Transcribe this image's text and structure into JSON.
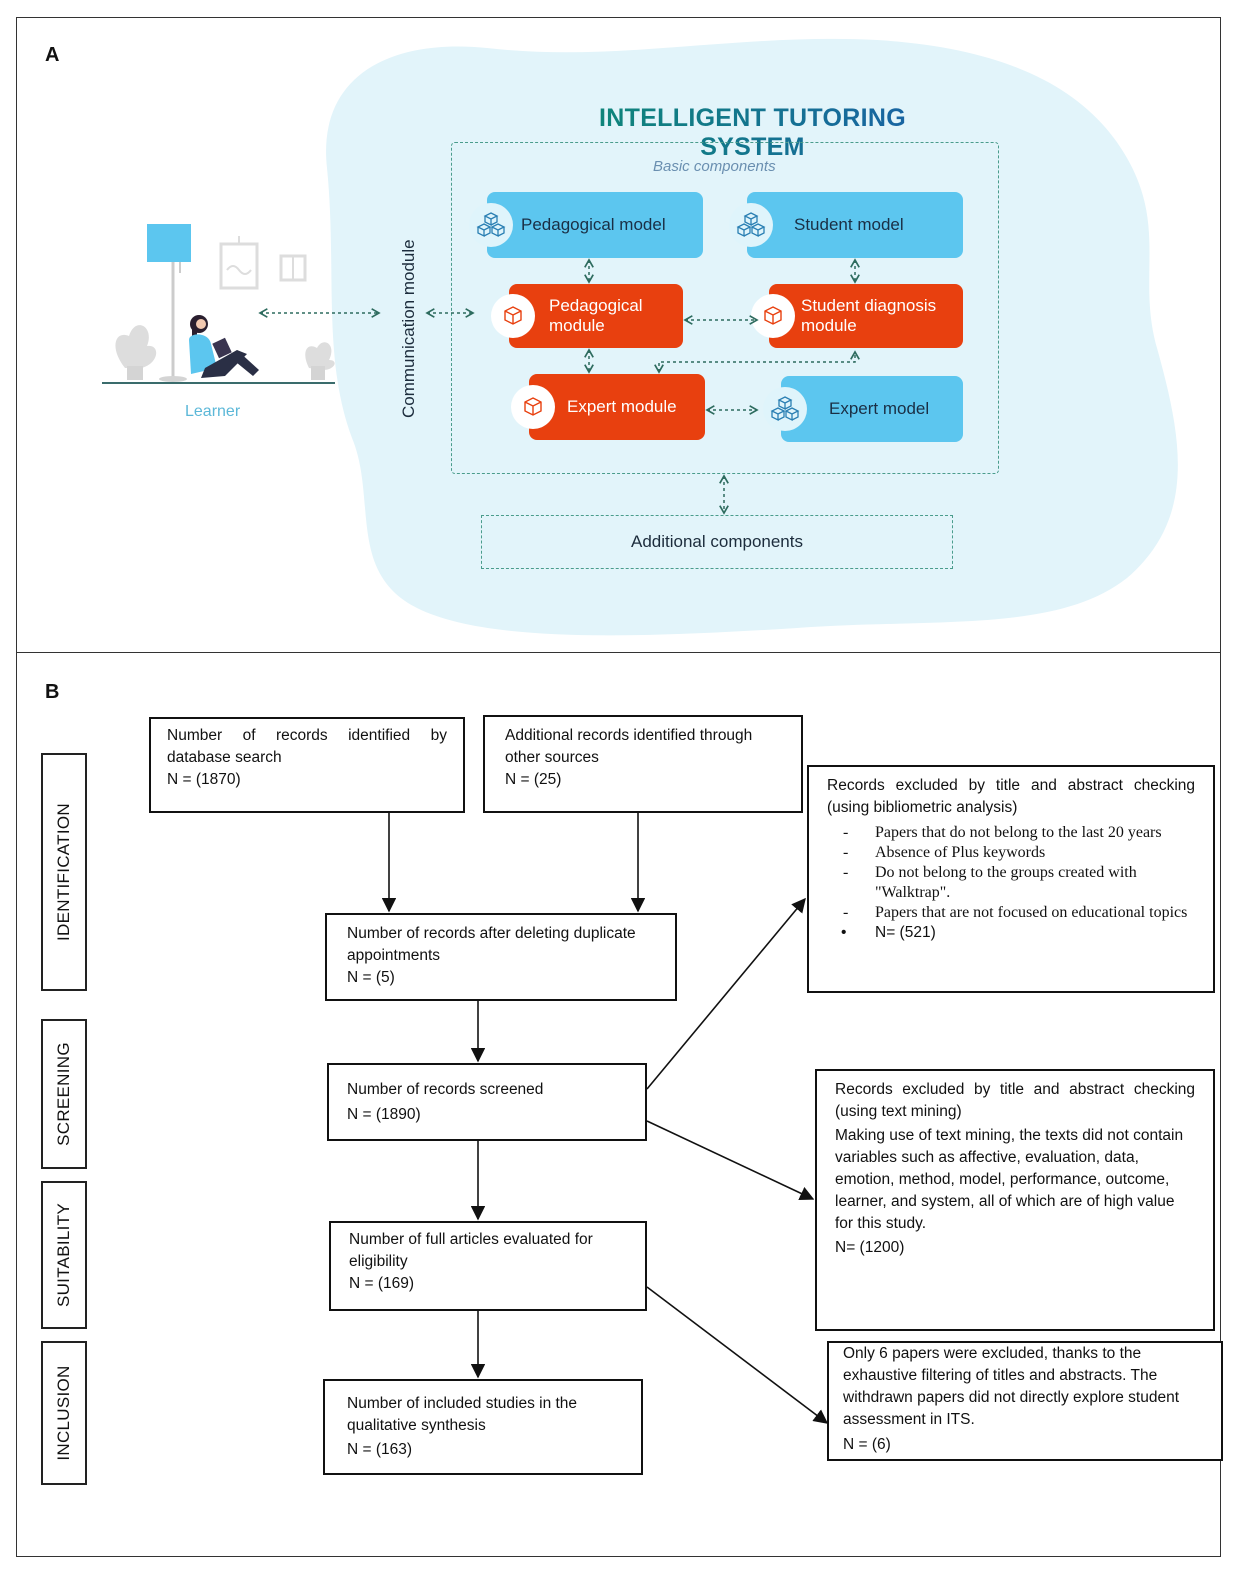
{
  "panel_a": {
    "letter": "A",
    "title": "INTELLIGENT TUTORING SYSTEM",
    "basic_components_label": "Basic components",
    "learner_label": "Learner",
    "communication_module": "Communication module",
    "boxes": {
      "pedagogical_model": "Pedagogical model",
      "student_model": "Student model",
      "pedagogical_module": "Pedagogical module",
      "student_diagnosis_module": "Student diagnosis module",
      "expert_module": "Expert module",
      "expert_model": "Expert model"
    },
    "additional_components": "Additional components",
    "colors": {
      "model": "#5cc6ef",
      "module": "#e8400f",
      "blob": "#e2f4fa",
      "title_start": "#0d8a74",
      "title_end": "#1a5fa8"
    }
  },
  "panel_b": {
    "letter": "B",
    "stages": [
      "IDENTIFICATION",
      "SCREENING",
      "SUITABILITY",
      "INCLUSION"
    ],
    "db_search": {
      "text": "Number of records identified by database search",
      "n": "N = (1870)"
    },
    "other_sources": {
      "text": "Additional records identified through other sources",
      "n": "N = (25)"
    },
    "after_duplicates": {
      "text": "Number of records after deleting duplicate appointments",
      "n": "N = (5)"
    },
    "screened": {
      "text": "Number of records screened",
      "n": "N = (1890)"
    },
    "full_articles": {
      "text": "Number of full articles evaluated for eligibility",
      "n": "N = (169)"
    },
    "included": {
      "text": "Number of included studies in the qualitative synthesis",
      "n": "N = (163)"
    },
    "excluded_bibliometric": {
      "text": "Records excluded by title and abstract checking (using bibliometric analysis)",
      "items": [
        "Papers that do not belong to the last 20 years",
        "Absence of Plus keywords",
        "Do not belong to the groups created with \"Walktrap\".",
        "Papers that are not focused on educational topics"
      ],
      "n": "N= (521)"
    },
    "excluded_text_mining": {
      "text": "Records excluded by title and abstract checking (using text mining)",
      "detail": "Making use of text mining, the texts did not contain variables such as affective, evaluation, data, emotion, method, model, performance, outcome, learner, and system, all of which are of high value for this study.",
      "n": "N= (1200)"
    },
    "excluded_fulltext": {
      "text": "Only 6 papers were excluded, thanks to the exhaustive filtering of titles and abstracts.  The withdrawn papers did not directly explore student assessment in ITS.",
      "n": "N = (6)"
    }
  }
}
